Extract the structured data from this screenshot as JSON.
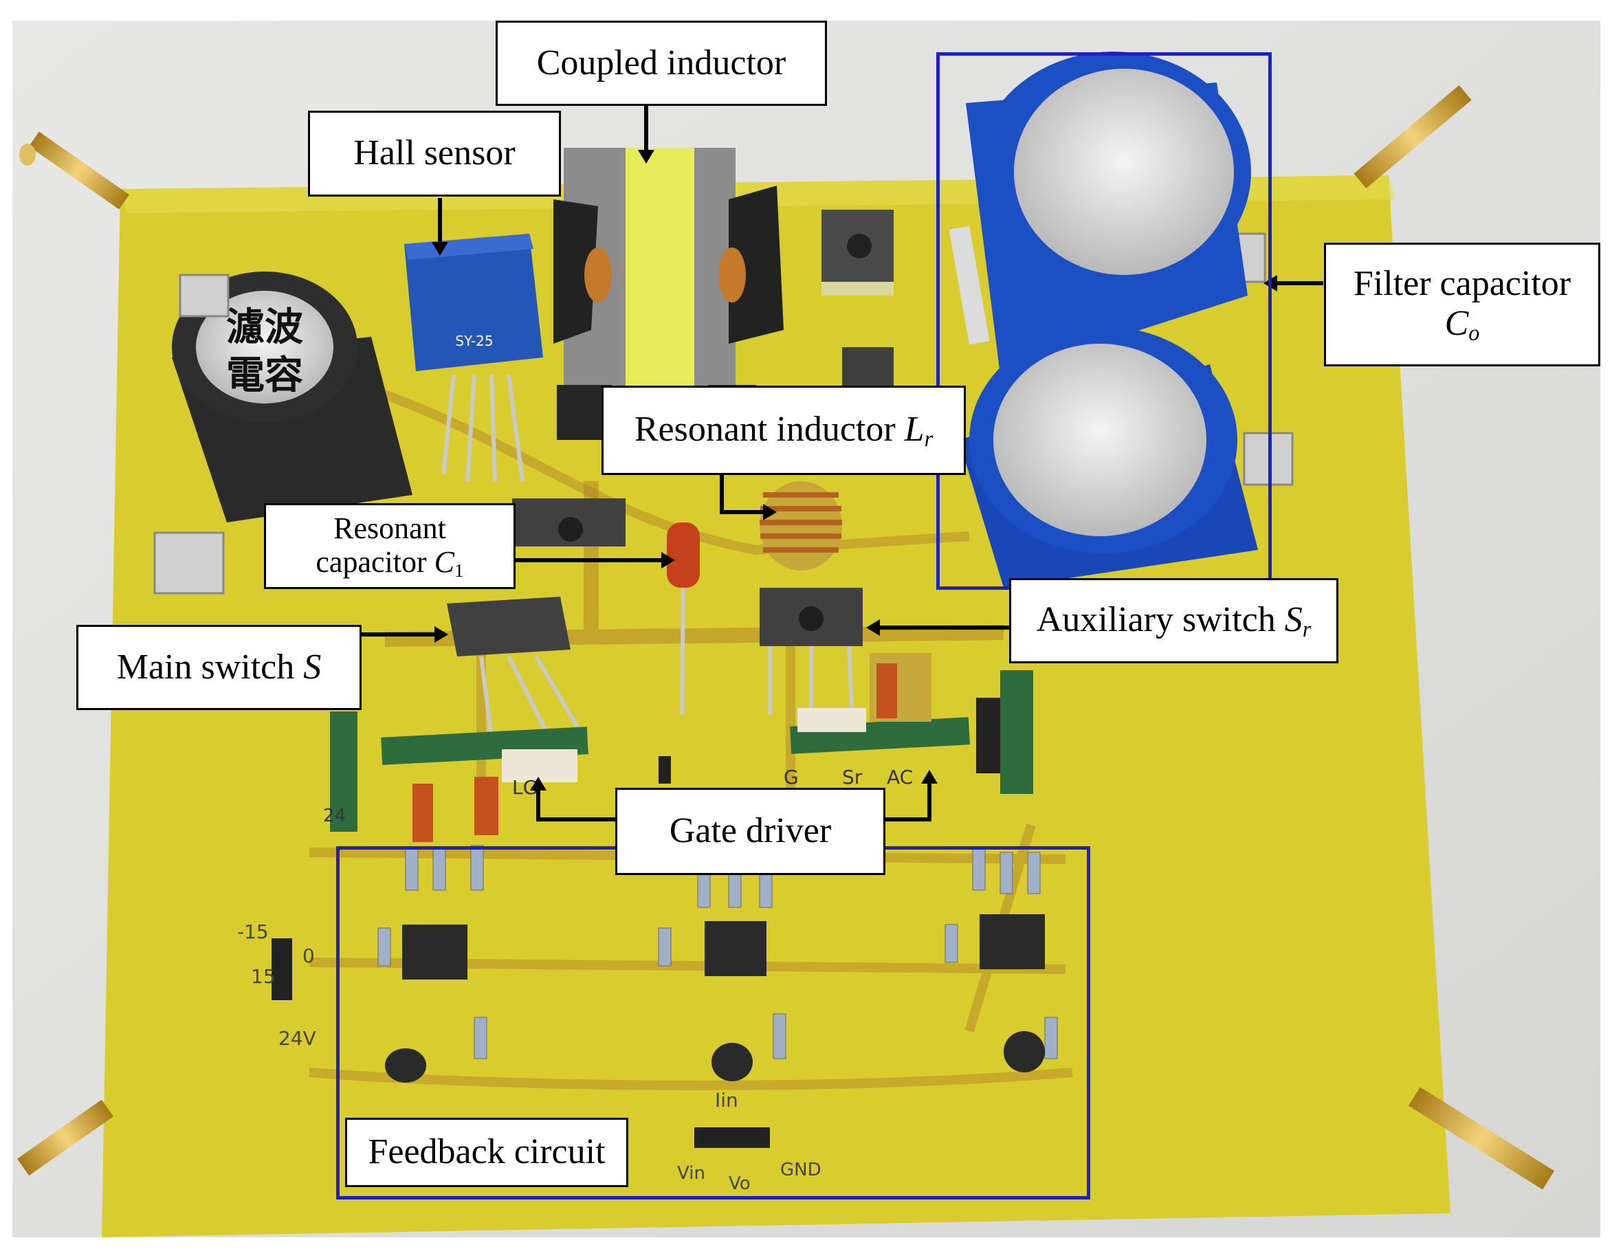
{
  "figure": {
    "labels": {
      "coupled_inductor": "Coupled inductor",
      "hall_sensor": "Hall sensor",
      "filter_capacitor": "Filter capacitor",
      "filter_capacitor_symbol": "C",
      "filter_capacitor_sub": "o",
      "resonant_inductor": "Resonant inductor ",
      "resonant_inductor_symbol": "L",
      "resonant_inductor_sub": "r",
      "resonant_capacitor_line1": "Resonant",
      "resonant_capacitor_line2": "capacitor ",
      "resonant_capacitor_symbol": "C",
      "resonant_capacitor_sub": "1",
      "main_switch": "Main switch ",
      "main_switch_symbol": "S",
      "auxiliary_switch": "Auxiliary switch ",
      "auxiliary_switch_symbol": "S",
      "auxiliary_switch_sub": "r",
      "gate_driver": "Gate driver",
      "feedback_circuit": "Feedback circuit"
    },
    "board_markings": {
      "cap_chinese_1": "濾波",
      "cap_chinese_2": "電容",
      "hall_part": "SY-25",
      "header_m15": "-15",
      "header_0": "0",
      "header_15": "15",
      "header_24v": "24V",
      "i_in": "Iin",
      "v_in": "Vin",
      "v_o": "Vo",
      "gnd": "GND",
      "gate_g": "G",
      "gate_sr": "Sr",
      "gate_ac": "AC",
      "gate_lg": "LG",
      "left_24": "24"
    },
    "colors": {
      "board": "#d8cc2e",
      "highlight_box": "#1f1fc8",
      "capacitor_blue": "#1d4fc4",
      "arrow": "#000000"
    }
  }
}
